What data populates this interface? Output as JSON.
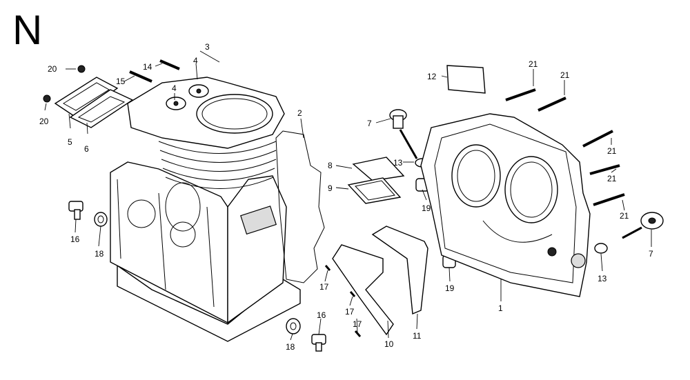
{
  "section_letter": "N",
  "callouts": [
    {
      "id": "c3",
      "text": "3"
    },
    {
      "id": "c20a",
      "text": "20"
    },
    {
      "id": "c14",
      "text": "14"
    },
    {
      "id": "c4a",
      "text": "4"
    },
    {
      "id": "c15",
      "text": "15"
    },
    {
      "id": "c4b",
      "text": "4"
    },
    {
      "id": "c20b",
      "text": "20"
    },
    {
      "id": "c5",
      "text": "5"
    },
    {
      "id": "c6",
      "text": "6"
    },
    {
      "id": "c2",
      "text": "2"
    },
    {
      "id": "c16a",
      "text": "16"
    },
    {
      "id": "c18a",
      "text": "18"
    },
    {
      "id": "c12",
      "text": "12"
    },
    {
      "id": "c21a",
      "text": "21"
    },
    {
      "id": "c21b",
      "text": "21"
    },
    {
      "id": "c7a",
      "text": "7"
    },
    {
      "id": "c13a",
      "text": "13"
    },
    {
      "id": "c8",
      "text": "8"
    },
    {
      "id": "c9",
      "text": "9"
    },
    {
      "id": "c19a",
      "text": "19"
    },
    {
      "id": "c21c",
      "text": "21"
    },
    {
      "id": "c21d",
      "text": "21"
    },
    {
      "id": "c21e",
      "text": "21"
    },
    {
      "id": "c7b",
      "text": "7"
    },
    {
      "id": "c13b",
      "text": "13"
    },
    {
      "id": "c19b",
      "text": "19"
    },
    {
      "id": "c1",
      "text": "1"
    },
    {
      "id": "c17a",
      "text": "17"
    },
    {
      "id": "c17b",
      "text": "17"
    },
    {
      "id": "c17c",
      "text": "17"
    },
    {
      "id": "c16b",
      "text": "16"
    },
    {
      "id": "c18b",
      "text": "18"
    },
    {
      "id": "c10",
      "text": "10"
    },
    {
      "id": "c11",
      "text": "11"
    }
  ]
}
